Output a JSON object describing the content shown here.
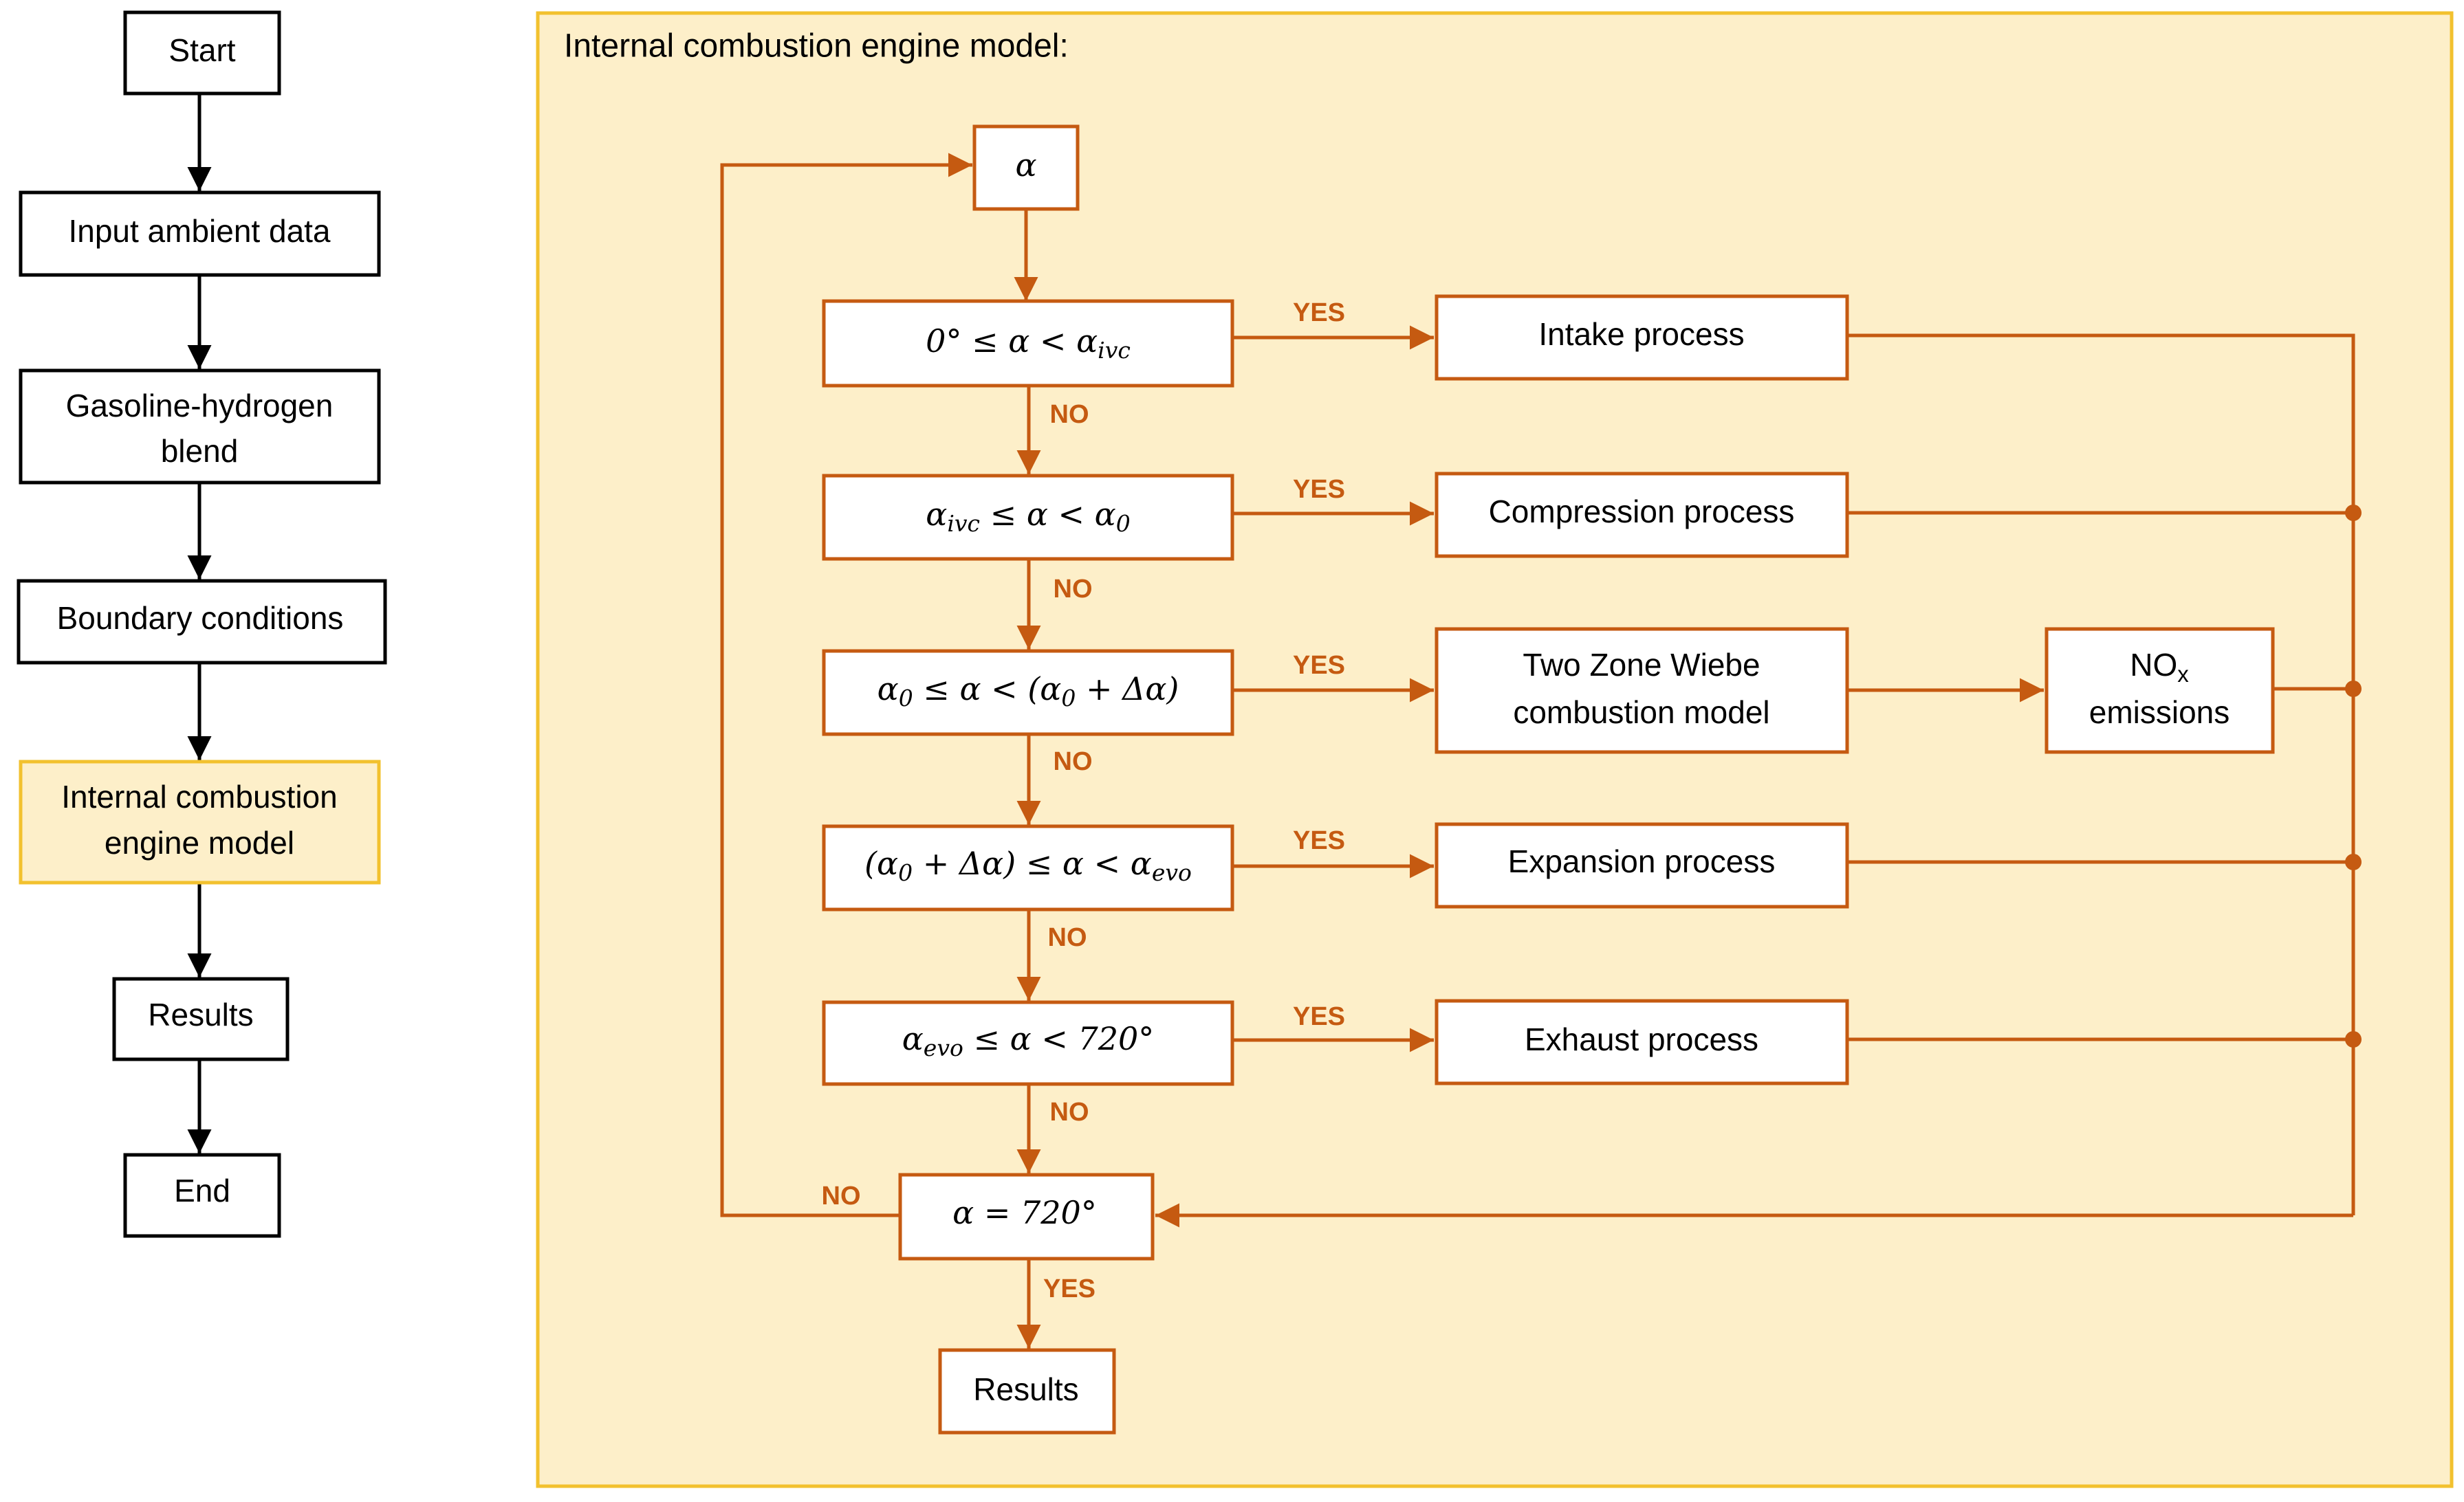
{
  "colors": {
    "panel_fill": "#fdefc9",
    "panel_border": "#f2c12e",
    "highlight_fill": "#fdefc9",
    "highlight_border": "#f2c12e",
    "orange": "#c55a11",
    "black": "#000000"
  },
  "main_flow": {
    "start": "Start",
    "input": "Input ambient data",
    "blend_line1": "Gasoline-hydrogen",
    "blend_line2": "blend",
    "boundary": "Boundary conditions",
    "engine_line1": "Internal combustion",
    "engine_line2": "engine model",
    "results": "Results",
    "end": "End"
  },
  "panel": {
    "title": "Internal combustion engine model:",
    "alpha": "α",
    "conditions": {
      "c1": {
        "a": "0° ≤ α < α",
        "a_sub": "ivc"
      },
      "c2": {
        "a": "α",
        "a_sub": "ivc",
        "b": " ≤ α < α",
        "b_sub": "0"
      },
      "c3": {
        "a": "α",
        "a_sub": "0",
        "b": " ≤ α < (α",
        "b_sub": "0",
        "c": " + Δα)"
      },
      "c4": {
        "a": "(α",
        "a_sub": "0",
        "b": " + Δα) ≤ α < α",
        "b_sub": "evo"
      },
      "c5": {
        "a": "α",
        "a_sub": "evo",
        "b": " ≤ α < 720°"
      },
      "c6": "α = 720°"
    },
    "processes": {
      "intake": "Intake process",
      "compression": "Compression process",
      "wiebe_line1": "Two Zone Wiebe",
      "wiebe_line2": "combustion model",
      "nox_main": "NO",
      "nox_sub": "x",
      "nox_line2": "emissions",
      "expansion": "Expansion process",
      "exhaust": "Exhaust process"
    },
    "labels": {
      "yes1": "YES",
      "yes2": "YES",
      "yes3": "YES",
      "yes4": "YES",
      "yes5": "YES",
      "yes6": "YES",
      "no1": "NO",
      "no2": "NO",
      "no3": "NO",
      "no4": "NO",
      "no5": "NO",
      "no_loop": "NO"
    },
    "results": "Results"
  }
}
